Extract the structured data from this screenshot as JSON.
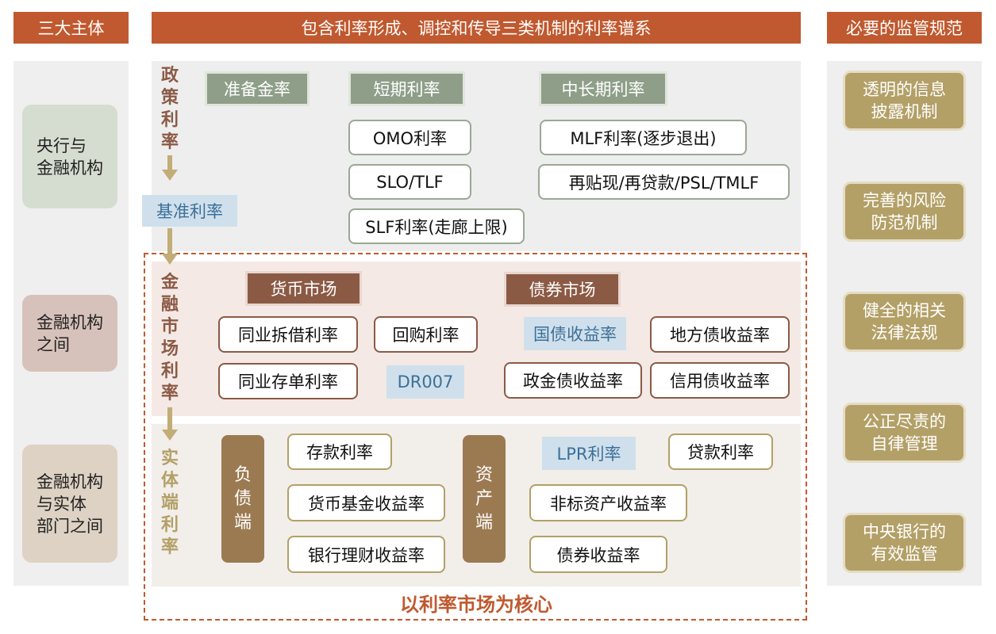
{
  "headers": {
    "subjects": "三大主体",
    "system": "包含利率形成、调控和传导三类机制的利率谱系",
    "regulation": "必要的监管规范"
  },
  "subjects": [
    "央行与\n金融机构",
    "金融机构\n之间",
    "金融机构\n与实体\n部门之间"
  ],
  "regulations": [
    "透明的信息\n披露机制",
    "完善的风险\n防范机制",
    "健全的相关\n法律法规",
    "公正尽责的\n自律管理",
    "中央银行的\n有效监管"
  ],
  "layers": {
    "policy": [
      "政",
      "策",
      "利",
      "率"
    ],
    "benchmark": "基准利率",
    "market": [
      "金",
      "融",
      "市",
      "场",
      "利",
      "率"
    ],
    "real": [
      "实",
      "体",
      "端",
      "利",
      "率"
    ]
  },
  "policy": {
    "reserve": "准备金率",
    "short_term": "短期利率",
    "mid_long_term": "中长期利率",
    "short_items": [
      "OMO利率",
      "SLO/TLF",
      "SLF利率(走廊上限)"
    ],
    "mid_items": [
      "MLF利率(逐步退出)",
      "再贴现/再贷款/PSL/TMLF"
    ]
  },
  "market": {
    "money_market": "货币市场",
    "bond_market": "债券市场",
    "interbank_lending": "同业拆借利率",
    "repo": "回购利率",
    "ncd": "同业存单利率",
    "dr007": "DR007",
    "treasury_yield": "国债收益率",
    "local_bond_yield": "地方债收益率",
    "policy_bank_yield": "政金债收益率",
    "credit_bond_yield": "信用债收益率"
  },
  "real": {
    "liability": [
      "负",
      "债",
      "端"
    ],
    "asset": [
      "资",
      "产",
      "端"
    ],
    "deposit": "存款利率",
    "mmf_yield": "货币基金收益率",
    "wealth_yield": "银行理财收益率",
    "lpr": "LPR利率",
    "loan": "贷款利率",
    "non_standard": "非标资产收益率",
    "bond_yield": "债券收益率"
  },
  "core_label": "以利率市场为核心",
  "colors": {
    "header": "#c0592f",
    "policy_category": "#8e9e88",
    "market_category": "#8b5a45",
    "real_category": "#9b7a52",
    "regulation": "#b3a067",
    "benchmark": "#cfe0ec"
  }
}
